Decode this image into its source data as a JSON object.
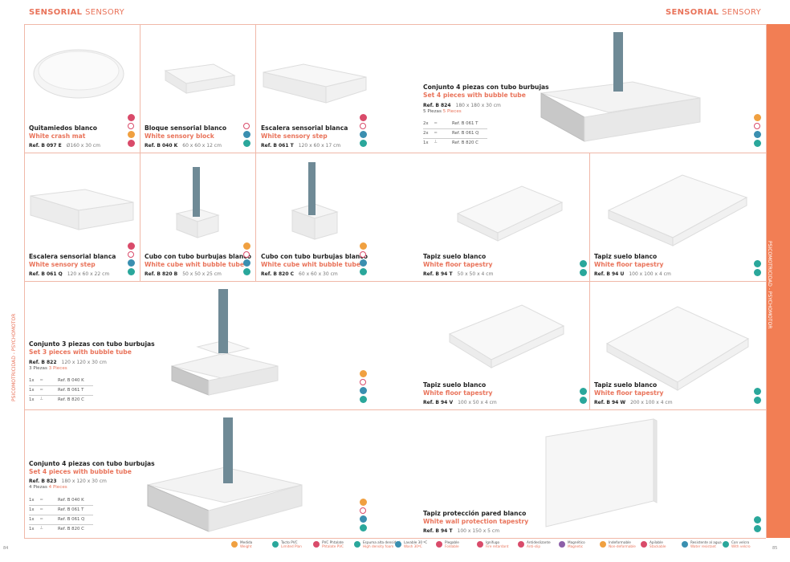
{
  "header": {
    "left_es": "SENSORIAL",
    "left_en": "SENSORY",
    "right_es": "SENSORIAL",
    "right_en": "SENSORY"
  },
  "side_label_left": "PSICOMOTRICIDAD - PSYCHOMOTOR",
  "side_label_right": "PSICOMOTRICIDAD - PSYCHOMOTOR",
  "page_left": "84",
  "page_right": "85",
  "colors": {
    "accent": "#e9735a",
    "band": "#f27e54",
    "teal": "#2aa79b",
    "blue": "#3a8fb0",
    "pink": "#d94b6a",
    "orange": "#f0a040"
  },
  "products": [
    {
      "id": "b097e",
      "title": "Quitamiedos blanco",
      "subtitle": "White crash mat",
      "ref": "Ref. B 097 E",
      "dim": "Ø160 x 30 cm"
    },
    {
      "id": "b040k",
      "title": "Bloque sensorial blanco",
      "subtitle": "White sensory block",
      "ref": "Ref. B 040 K",
      "dim": "60 x 60 x 12 cm"
    },
    {
      "id": "b061t",
      "title": "Escalera sensorial blanca",
      "subtitle": "White sensory step",
      "ref": "Ref. B 061 T",
      "dim": "120 x 60 x 17 cm"
    },
    {
      "id": "b824",
      "title": "Conjunto 4 piezas con tubo burbujas",
      "subtitle": "Set 4 pieces with bubble tube",
      "ref": "Ref. B 824",
      "dim": "180 x 180 x 30 cm",
      "pieces_es": "5 Piezas",
      "pieces_en": "5 Pieces",
      "parts": [
        {
          "q": "2x",
          "r": "Ref. B 061 T"
        },
        {
          "q": "2x",
          "r": "Ref. B 061 Q"
        },
        {
          "q": "1x",
          "r": "Ref. B 820 C"
        }
      ]
    },
    {
      "id": "b061q",
      "title": "Escalera sensorial blanca",
      "subtitle": "White sensory step",
      "ref": "Ref. B 061 Q",
      "dim": "120 x 60 x 22 cm"
    },
    {
      "id": "b820b",
      "title": "Cubo con tubo burbujas blanco",
      "subtitle": "White cube whit bubble tube",
      "ref": "Ref. B 820 B",
      "dim": "50 x 50 x 25 cm"
    },
    {
      "id": "b820c",
      "title": "Cubo con tubo burbujas blanco",
      "subtitle": "White cube whit bubble tube",
      "ref": "Ref. B 820 C",
      "dim": "60 x 60 x 30 cm"
    },
    {
      "id": "b94t1",
      "title": "Tapiz suelo blanco",
      "subtitle": "White floor tapestry",
      "ref": "Ref. B 94 T",
      "dim": "50 x 50 x 4 cm"
    },
    {
      "id": "b94u",
      "title": "Tapiz suelo blanco",
      "subtitle": "White floor tapestry",
      "ref": "Ref. B 94 U",
      "dim": "100 x 100 x 4 cm"
    },
    {
      "id": "b822",
      "title": "Conjunto 3 piezas con tubo burbujas",
      "subtitle": "Set 3 pieces with bubble tube",
      "ref": "Ref. B 822",
      "dim": "120 x 120 x 30 cm",
      "pieces_es": "3 Piezas",
      "pieces_en": "3 Pieces",
      "parts": [
        {
          "q": "1x",
          "r": "Ref. B 040 K"
        },
        {
          "q": "1x",
          "r": "Ref. B 061 T"
        },
        {
          "q": "1x",
          "r": "Ref. B 820 C"
        }
      ]
    },
    {
      "id": "b94v",
      "title": "Tapiz suelo blanco",
      "subtitle": "White floor tapestry",
      "ref": "Ref. B 94 V",
      "dim": "100 x 50 x 4 cm"
    },
    {
      "id": "b94w",
      "title": "Tapiz suelo blanco",
      "subtitle": "White floor tapestry",
      "ref": "Ref. B 94 W",
      "dim": "200 x 100 x 4 cm"
    },
    {
      "id": "b823",
      "title": "Conjunto 4 piezas con tubo burbujas",
      "subtitle": "Set 4 pieces with bubble tube",
      "ref": "Ref. B 823",
      "dim": "180 x 120 x 30 cm",
      "pieces_es": "4 Piezas",
      "pieces_en": "4 Pieces",
      "parts": [
        {
          "q": "1x",
          "r": "Ref. B 040 K"
        },
        {
          "q": "1x",
          "r": "Ref. B 061 T"
        },
        {
          "q": "1x",
          "r": "Ref. B 061 Q"
        },
        {
          "q": "1x",
          "r": "Ref. B 820 C"
        }
      ]
    },
    {
      "id": "b94t2",
      "title": "Tapiz protección pared blanco",
      "subtitle": "White wall protection tapestry",
      "ref": "Ref. B 94 T",
      "dim": "100 x 150 x 5 cm"
    }
  ],
  "legend": [
    {
      "es": "Medida",
      "en": "Weight",
      "color": "#f0a040"
    },
    {
      "es": "Tacto PVC",
      "en": "Limited Plan",
      "color": "#2aa79b"
    },
    {
      "es": "PVC Phtalate",
      "en": "Phtalate PVC",
      "color": "#d94b6a"
    },
    {
      "es": "Espuma alta densidad",
      "en": "High density foam",
      "color": "#2aa79b"
    },
    {
      "es": "Lavable 30 ºC",
      "en": "Wash 30ºC",
      "color": "#3a8fb0"
    },
    {
      "es": "Plegable",
      "en": "Foldable",
      "color": "#d94b6a"
    },
    {
      "es": "Ignífugo",
      "en": "Fire retardant",
      "color": "#d94b6a"
    },
    {
      "es": "Antideslizante",
      "en": "Anti-slip",
      "color": "#d94b6a"
    },
    {
      "es": "Magnético",
      "en": "Magnetic",
      "color": "#8c5fa8"
    },
    {
      "es": "Indeformable",
      "en": "Non-deformable",
      "color": "#f0a040"
    },
    {
      "es": "Apilable",
      "en": "Stackable",
      "color": "#d94b6a"
    },
    {
      "es": "Resistente al agua",
      "en": "Water resistant",
      "color": "#3a8fb0"
    },
    {
      "es": "Con velcro",
      "en": "With velcro",
      "color": "#2aa79b"
    }
  ]
}
